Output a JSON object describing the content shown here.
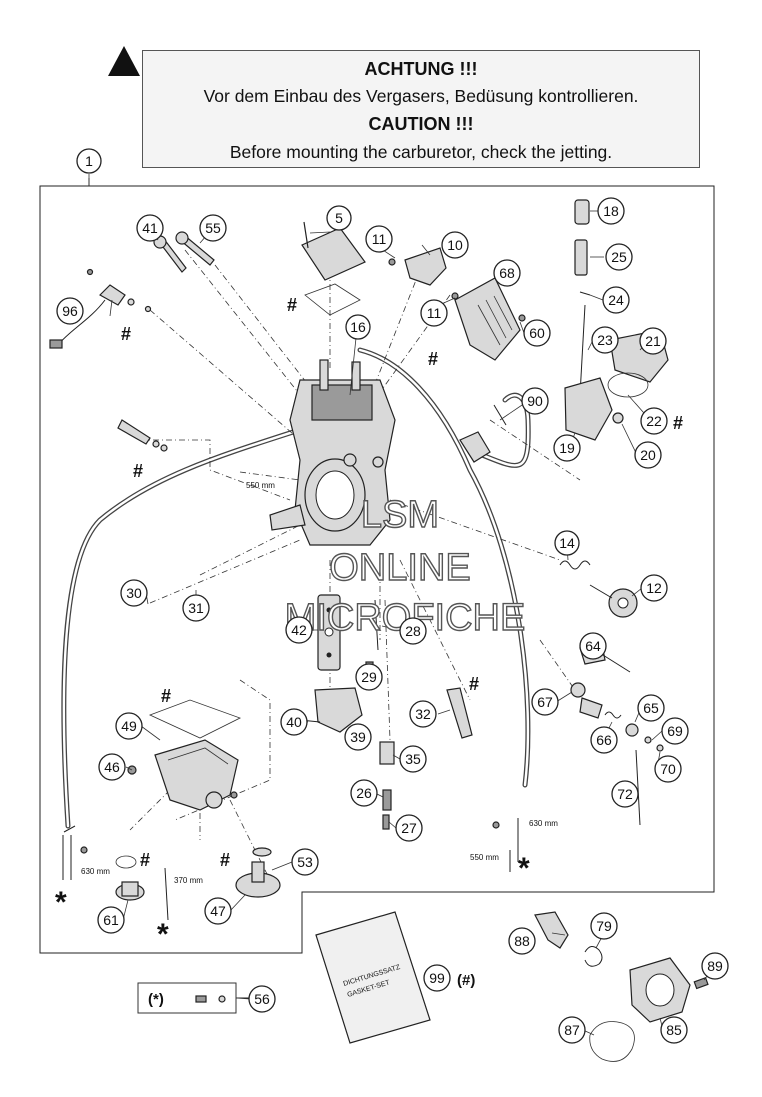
{
  "notice": {
    "title_de": "ACHTUNG !!!",
    "text_de": "Vor dem Einbau des Vergasers, Bedüsung kontrollieren.",
    "title_en": "CAUTION !!!",
    "text_en": "Before mounting the carburetor, check the jetting."
  },
  "callouts": {
    "c1": "1",
    "c5": "5",
    "c10": "10",
    "c11a": "11",
    "c11b": "11",
    "c12": "12",
    "c14": "14",
    "c16": "16",
    "c18": "18",
    "c19": "19",
    "c20": "20",
    "c21": "21",
    "c22": "22",
    "c23": "23",
    "c24": "24",
    "c25": "25",
    "c26": "26",
    "c27": "27",
    "c28": "28",
    "c29": "29",
    "c30": "30",
    "c31": "31",
    "c32": "32",
    "c35": "35",
    "c39": "39",
    "c40": "40",
    "c41": "41",
    "c42": "42",
    "c46": "46",
    "c47": "47",
    "c49": "49",
    "c53": "53",
    "c55": "55",
    "c56": "56",
    "c60": "60",
    "c61": "61",
    "c64": "64",
    "c65": "65",
    "c66": "66",
    "c67": "67",
    "c68": "68",
    "c69": "69",
    "c70": "70",
    "c72": "72",
    "c79": "79",
    "c85": "85",
    "c87": "87",
    "c88": "88",
    "c89": "89",
    "c90": "90",
    "c96": "96",
    "c99": "99"
  },
  "marks": {
    "hash": "#",
    "star": "*",
    "kit_marker": "(#)",
    "star_box": "(*)"
  },
  "dimensions": {
    "d550_upper": "550 mm",
    "d550_lower": "550 mm",
    "d630_left": "630 mm",
    "d630_right": "630 mm",
    "d370": "370 mm"
  },
  "gasket_set": {
    "line_de": "DICHTUNGSSATZ",
    "line_en": "GASKET-SET"
  },
  "watermark": {
    "line1": "LSM",
    "line2": "ONLINE",
    "line3": "MICROFICHE"
  },
  "colors": {
    "ink": "#111111",
    "part_fill": "#d9d9d9",
    "part_dark": "#9a9a9a",
    "notice_bg": "#f4f4f4"
  }
}
